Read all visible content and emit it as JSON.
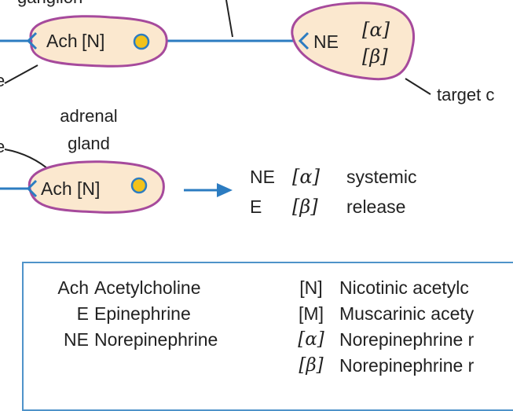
{
  "top_partial_label": "ganglion",
  "ganglion_cell": {
    "neurotransmitter": "Ach",
    "receptor": "[N]"
  },
  "target_cell": {
    "neurotransmitter": "NE",
    "receptors": [
      "[α]",
      "[β]"
    ],
    "label": "target c"
  },
  "left_label_1": "e",
  "left_label_2": "e",
  "adrenal": {
    "label_line1": "adrenal",
    "label_line2": "gland",
    "neurotransmitter": "Ach",
    "receptor": "[N]"
  },
  "systemic_release": {
    "rows": [
      {
        "abbr": "NE",
        "receptor": "[α]",
        "text": "systemic"
      },
      {
        "abbr": "E",
        "receptor": "[β]",
        "text": "release"
      }
    ]
  },
  "legend": {
    "abbreviations": [
      {
        "abbr": "Ach",
        "name": "Acetylcholine"
      },
      {
        "abbr": "E",
        "name": "Epinephrine"
      },
      {
        "abbr": "NE",
        "name": "Norepinephrine"
      }
    ],
    "receptors": [
      {
        "symbol": "[N]",
        "name": "Nicotinic acetylc"
      },
      {
        "symbol": "[M]",
        "name": "Muscarinic acety"
      },
      {
        "symbol": "[α]",
        "name": "Norepinephrine r"
      },
      {
        "symbol": "[β]",
        "name": "Norepinephrine r"
      }
    ]
  },
  "colors": {
    "nerve_line": "#2c7cc1",
    "cell_fill": "#fbe8cf",
    "cell_border": "#a64a9c",
    "terminal_fill": "#f2c21a",
    "legend_border": "#4f93c9"
  }
}
